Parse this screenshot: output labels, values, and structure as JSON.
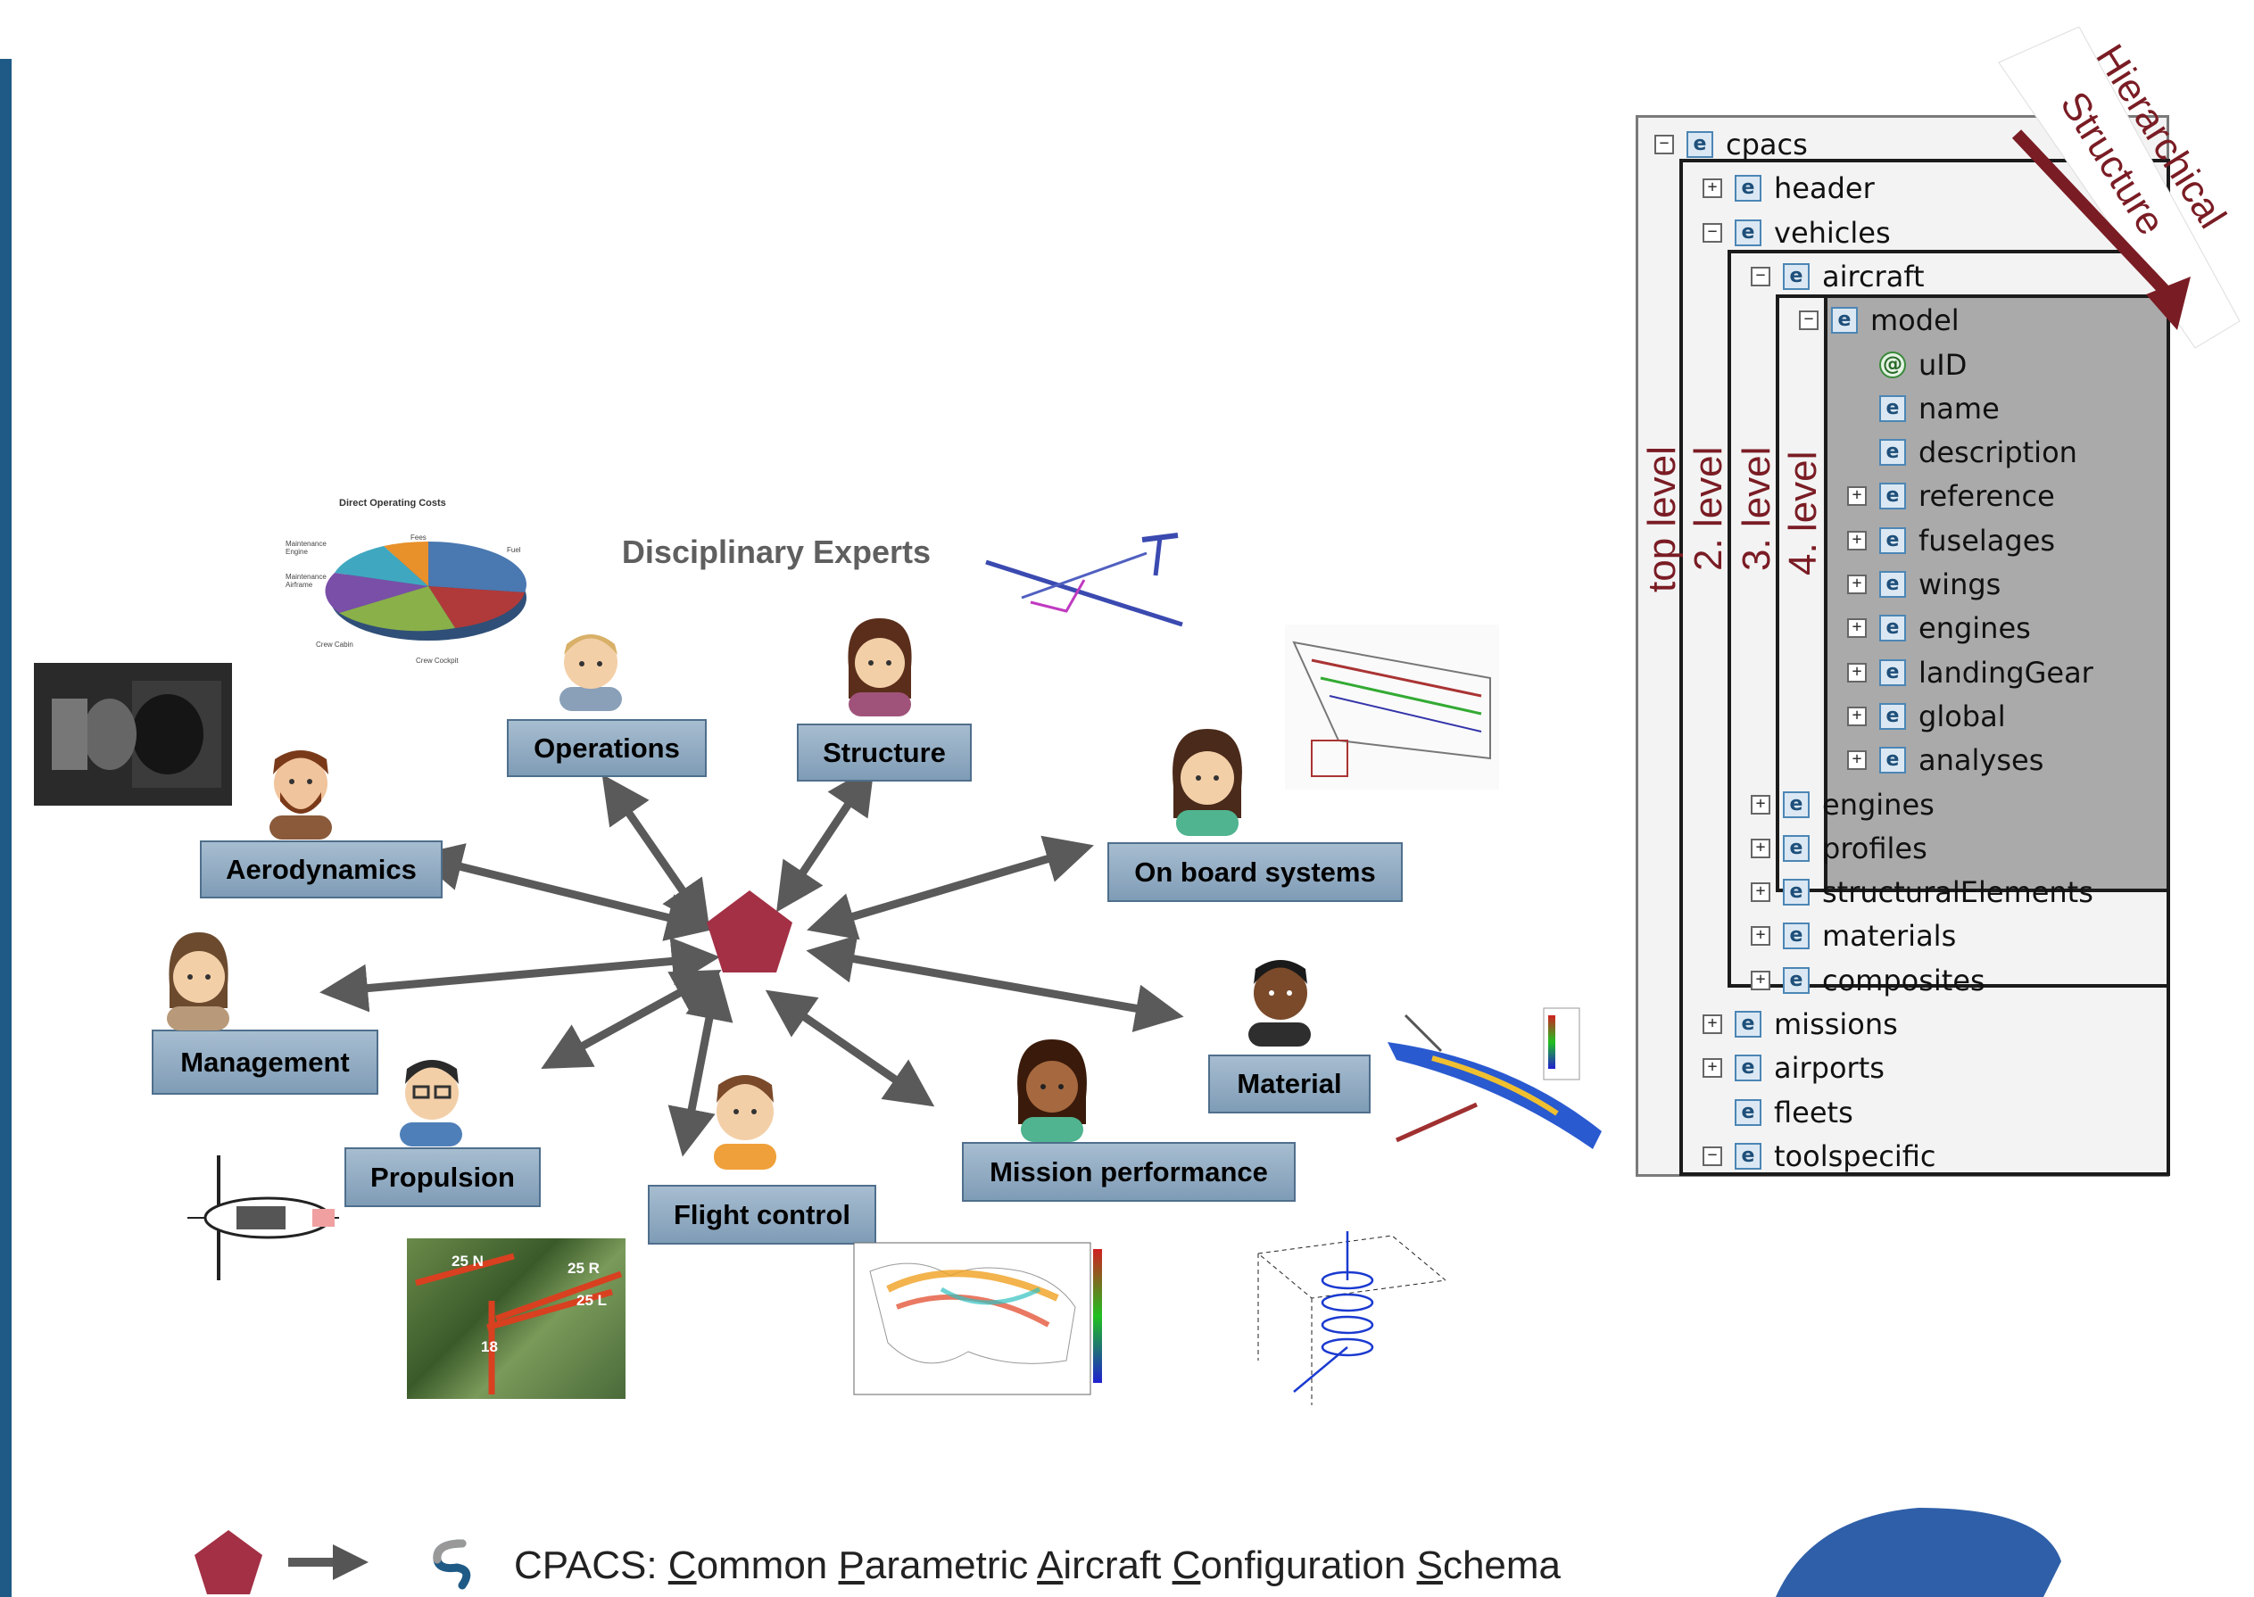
{
  "title": "Disciplinary Experts",
  "disciplines": [
    {
      "id": "operations",
      "label": "Operations"
    },
    {
      "id": "structure",
      "label": "Structure"
    },
    {
      "id": "aerodynamics",
      "label": "Aerodynamics"
    },
    {
      "id": "onboard",
      "label": "On board systems"
    },
    {
      "id": "management",
      "label": "Management"
    },
    {
      "id": "material",
      "label": "Material"
    },
    {
      "id": "propulsion",
      "label": "Propulsion"
    },
    {
      "id": "flightcontrol",
      "label": "Flight control"
    },
    {
      "id": "mission",
      "label": "Mission  performance"
    }
  ],
  "pie_chart": {
    "title": "Direct Operating Costs",
    "slices": [
      "Fees",
      "Fuel",
      "Crew Cockpit",
      "Crew Cabin",
      "Maintenance Airframe",
      "Maintenance Engine"
    ]
  },
  "runway_labels": [
    "25 N",
    "25 R",
    "25 L",
    "18"
  ],
  "tree": {
    "items": [
      {
        "label": "cpacs",
        "icon": "e",
        "toggle": "−"
      },
      {
        "label": "header",
        "icon": "e",
        "toggle": "+"
      },
      {
        "label": "vehicles",
        "icon": "e",
        "toggle": "−"
      },
      {
        "label": "aircraft",
        "icon": "e",
        "toggle": "−"
      },
      {
        "label": "model",
        "icon": "e",
        "toggle": "−"
      },
      {
        "label": "uID",
        "icon": "@",
        "toggle": ""
      },
      {
        "label": "name",
        "icon": "e",
        "toggle": ""
      },
      {
        "label": "description",
        "icon": "e",
        "toggle": ""
      },
      {
        "label": "reference",
        "icon": "e",
        "toggle": "+"
      },
      {
        "label": "fuselages",
        "icon": "e",
        "toggle": "+"
      },
      {
        "label": "wings",
        "icon": "e",
        "toggle": "+"
      },
      {
        "label": "engines",
        "icon": "e",
        "toggle": "+"
      },
      {
        "label": "landingGear",
        "icon": "e",
        "toggle": "+"
      },
      {
        "label": "global",
        "icon": "e",
        "toggle": "+"
      },
      {
        "label": "analyses",
        "icon": "e",
        "toggle": "+"
      },
      {
        "label": "engines",
        "icon": "e",
        "toggle": "+"
      },
      {
        "label": "profiles",
        "icon": "e",
        "toggle": "+"
      },
      {
        "label": "structuralElements",
        "icon": "e",
        "toggle": "+"
      },
      {
        "label": "materials",
        "icon": "e",
        "toggle": "+"
      },
      {
        "label": "composites",
        "icon": "e",
        "toggle": "+"
      },
      {
        "label": "missions",
        "icon": "e",
        "toggle": "+"
      },
      {
        "label": "airports",
        "icon": "e",
        "toggle": "+"
      },
      {
        "label": "fleets",
        "icon": "e",
        "toggle": ""
      },
      {
        "label": "toolspecific",
        "icon": "e",
        "toggle": "−"
      }
    ],
    "levels": [
      "top level",
      "2. level",
      "3. level",
      "4. level"
    ],
    "arrow_label_line1": "Hierarchical",
    "arrow_label_line2": "Structure"
  },
  "legend": {
    "prefix": "CPACS: ",
    "words": [
      {
        "first": "C",
        "rest": "ommon "
      },
      {
        "first": "P",
        "rest": "arametric "
      },
      {
        "first": "A",
        "rest": "ircraft "
      },
      {
        "first": "C",
        "rest": "onfiguration "
      },
      {
        "first": "S",
        "rest": "chema"
      }
    ]
  },
  "colors": {
    "hub": "#a33045",
    "box_fill": "#8ea9c1",
    "arrow": "#5a5a5a",
    "level_label": "#7a1c24",
    "accent_blue": "#1f5a86"
  }
}
